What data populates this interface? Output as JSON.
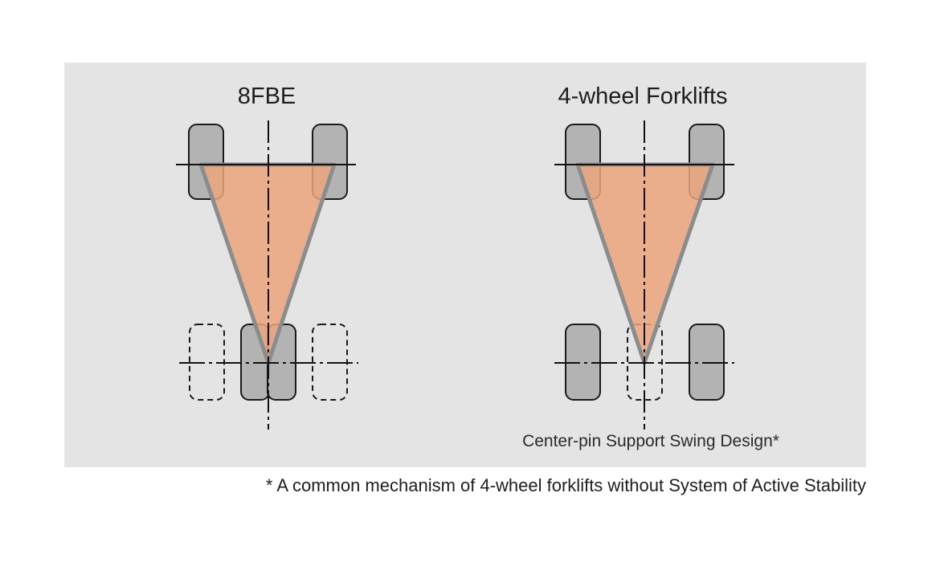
{
  "colors": {
    "panel": "#e4e4e4",
    "stability_triangle": "#eca57d",
    "triangle_outline": "#8c8c8c",
    "wheel": "#b3b3b3",
    "wheel_outline": "#1a1a1a",
    "axis_line": "#111111"
  },
  "left_diagram": {
    "title": "8FBE"
  },
  "right_diagram": {
    "title": "4-wheel Forklifts",
    "caption": "Center-pin Support Swing Design*"
  },
  "footnote": "* A common mechanism of 4-wheel forklifts without System of Active Stability"
}
